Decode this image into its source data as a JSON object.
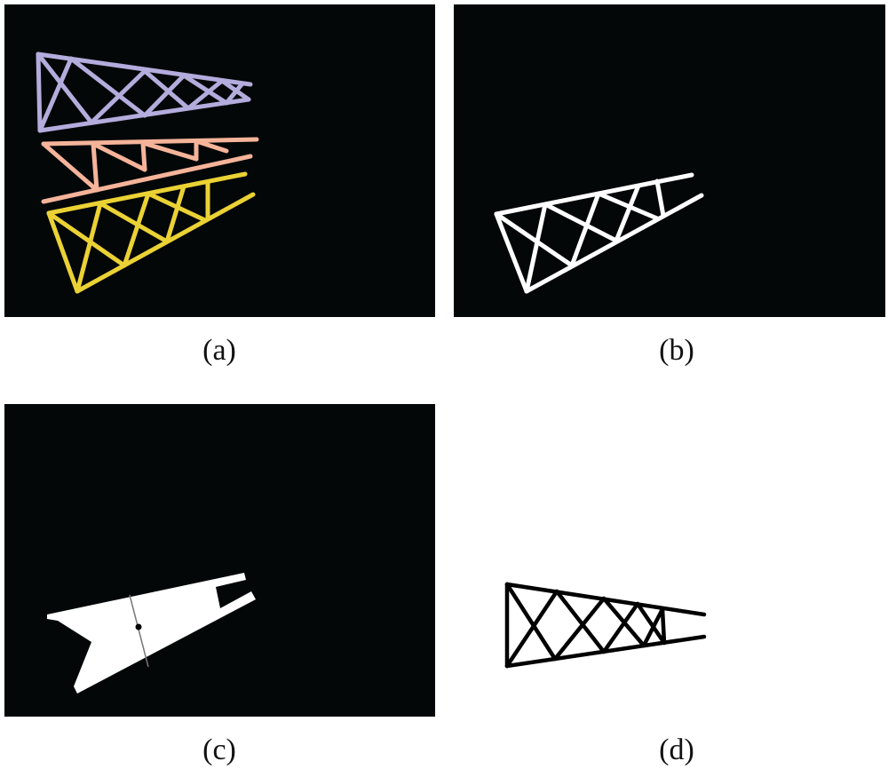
{
  "figure": {
    "panels": [
      {
        "id": "a",
        "caption": "(a)",
        "description_colors": {
          "background": "#040708",
          "truss1": "#b3acdc",
          "truss2": "#f5b49a",
          "truss3": "#ebd234"
        }
      },
      {
        "id": "b",
        "caption": "(b)",
        "description_colors": {
          "background": "#040708",
          "truss": "#ffffff"
        }
      },
      {
        "id": "c",
        "caption": "(c)",
        "description_colors": {
          "background": "#040708",
          "mask": "#ffffff",
          "midline": "#777777",
          "centroid": "#000000"
        }
      },
      {
        "id": "d",
        "caption": "(d)",
        "description_colors": {
          "background": "#ffffff",
          "truss": "#000000"
        }
      }
    ]
  }
}
